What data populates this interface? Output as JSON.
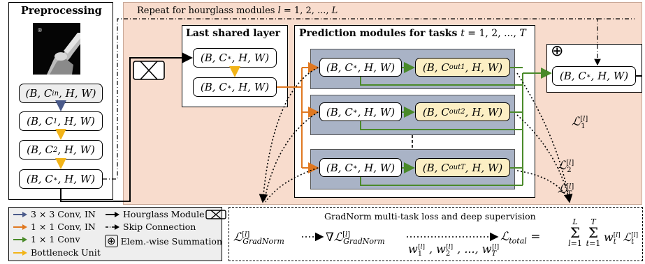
{
  "preprocessing": {
    "title": "Preprocessing",
    "nodes": [
      "(B, C_in, H, W)",
      "(B, C_1, H, W)",
      "(B, C_2, H, W)",
      "(B, C_*, H, W)"
    ]
  },
  "repeat_label": "Repeat for hourglass modules l = 1, 2, ..., L",
  "shared": {
    "title": "Last shared layer",
    "nodes": [
      "(B, C_*, H, W)",
      "(B, C_*, H, W)"
    ]
  },
  "prediction": {
    "title": "Prediction modules for tasks t = 1, 2, ..., T",
    "rows": [
      {
        "input": "(B, C_*, H, W)",
        "output": "(B, C_out1, H, W)"
      },
      {
        "input": "(B, C_*, H, W)",
        "output": "(B, C_out2, H, W)"
      },
      {
        "input": "(B, C_*, H, W)",
        "output": "(B, C_outT, H, W)"
      }
    ]
  },
  "sum": {
    "symbol": "⊕",
    "node": "(B, C_*, H, W)"
  },
  "task_losses": [
    "ℒ₁^[l]",
    "ℒ₂^[l]",
    "ℒ_T^[l]"
  ],
  "legend": {
    "items": [
      {
        "text": "3 × 3 Conv, IN",
        "color": "#4a5a8a"
      },
      {
        "text": "1 × 1 Conv, IN",
        "color": "#e07820"
      },
      {
        "text": "1 × 1 Conv",
        "color": "#4a8a2a"
      },
      {
        "text": "Bottleneck Unit",
        "color": "#f2b418"
      },
      {
        "text": "Hourglass Module"
      },
      {
        "text": "Skip Connection"
      },
      {
        "text": "Elem.-wise Summation"
      }
    ]
  },
  "gradnorm": {
    "title": "GradNorm multi-task loss and deep supervision",
    "loss_gradnorm": "ℒ^[l]_GradNorm",
    "grad_loss": "∇ℒ^[l]_GradNorm",
    "weights": "w₁^[l], w₂^[l], ..., w_T^[l]",
    "total": "ℒ_total = Σ_{l=1}^{L} Σ_{t=1}^{T} w_t^[l] ℒ_t^[l]"
  },
  "colors": {
    "salmon": "#f8dccd",
    "steel": "#a9b3c6",
    "navy": "#4a5a8a",
    "orange": "#e07820",
    "green": "#4a8a2a",
    "yellow": "#f2b418",
    "node_yellow": "#fcefc4"
  }
}
